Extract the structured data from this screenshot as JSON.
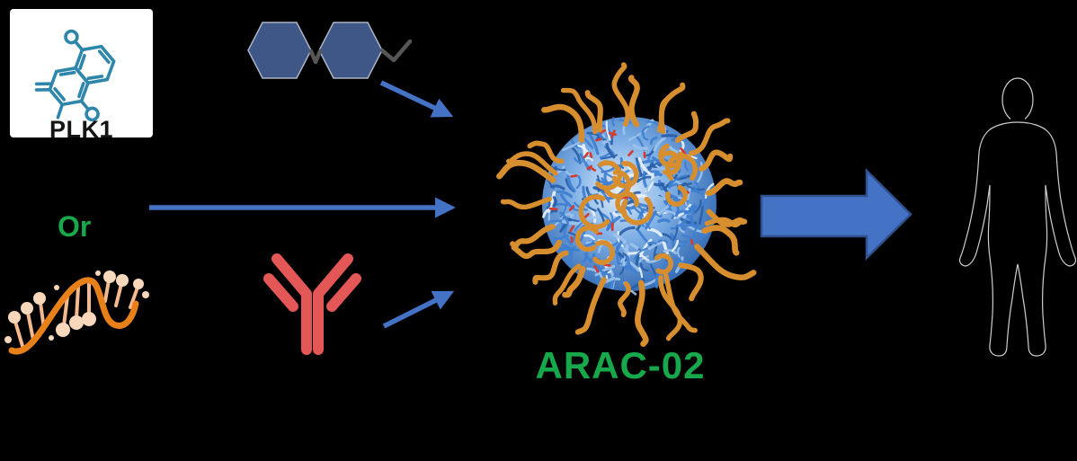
{
  "page": {
    "background": "#000000"
  },
  "labels": {
    "drug": "PLK1",
    "or": "Or",
    "product": "ARAC-02"
  },
  "icons": [
    "plk1-molecule-icon",
    "polymer-hexagons-icon",
    "sirna-strand-icon",
    "antibody-icon",
    "nanoparticle-icon",
    "block-arrow-icon",
    "human-silhouette-icon",
    "arrow-icon"
  ],
  "colors": {
    "page_bg": "#000000",
    "card_bg": "#FFFFFF",
    "label_dark": "#151515",
    "green": "#18A84C",
    "teal_structure": "#2E86AB",
    "hexagon_navy": "#3F5787",
    "accent_blue": "#4472C4",
    "accent_blue_dark": "#2F528F",
    "antibody_red": "#E45757",
    "rna_orange": "#E8801A",
    "rna_stick": "#F4B98C",
    "rna_circle": "#F8D7BA",
    "particle_core_blue": "#3F7FD0",
    "particle_core_light": "#9CC3EC",
    "particle_core_dark": "#2A5FA8",
    "particle_speck_red": "#D23B2E",
    "chain_orange": "#D78E2E",
    "silhouette_outline": "#CFCFCF"
  }
}
